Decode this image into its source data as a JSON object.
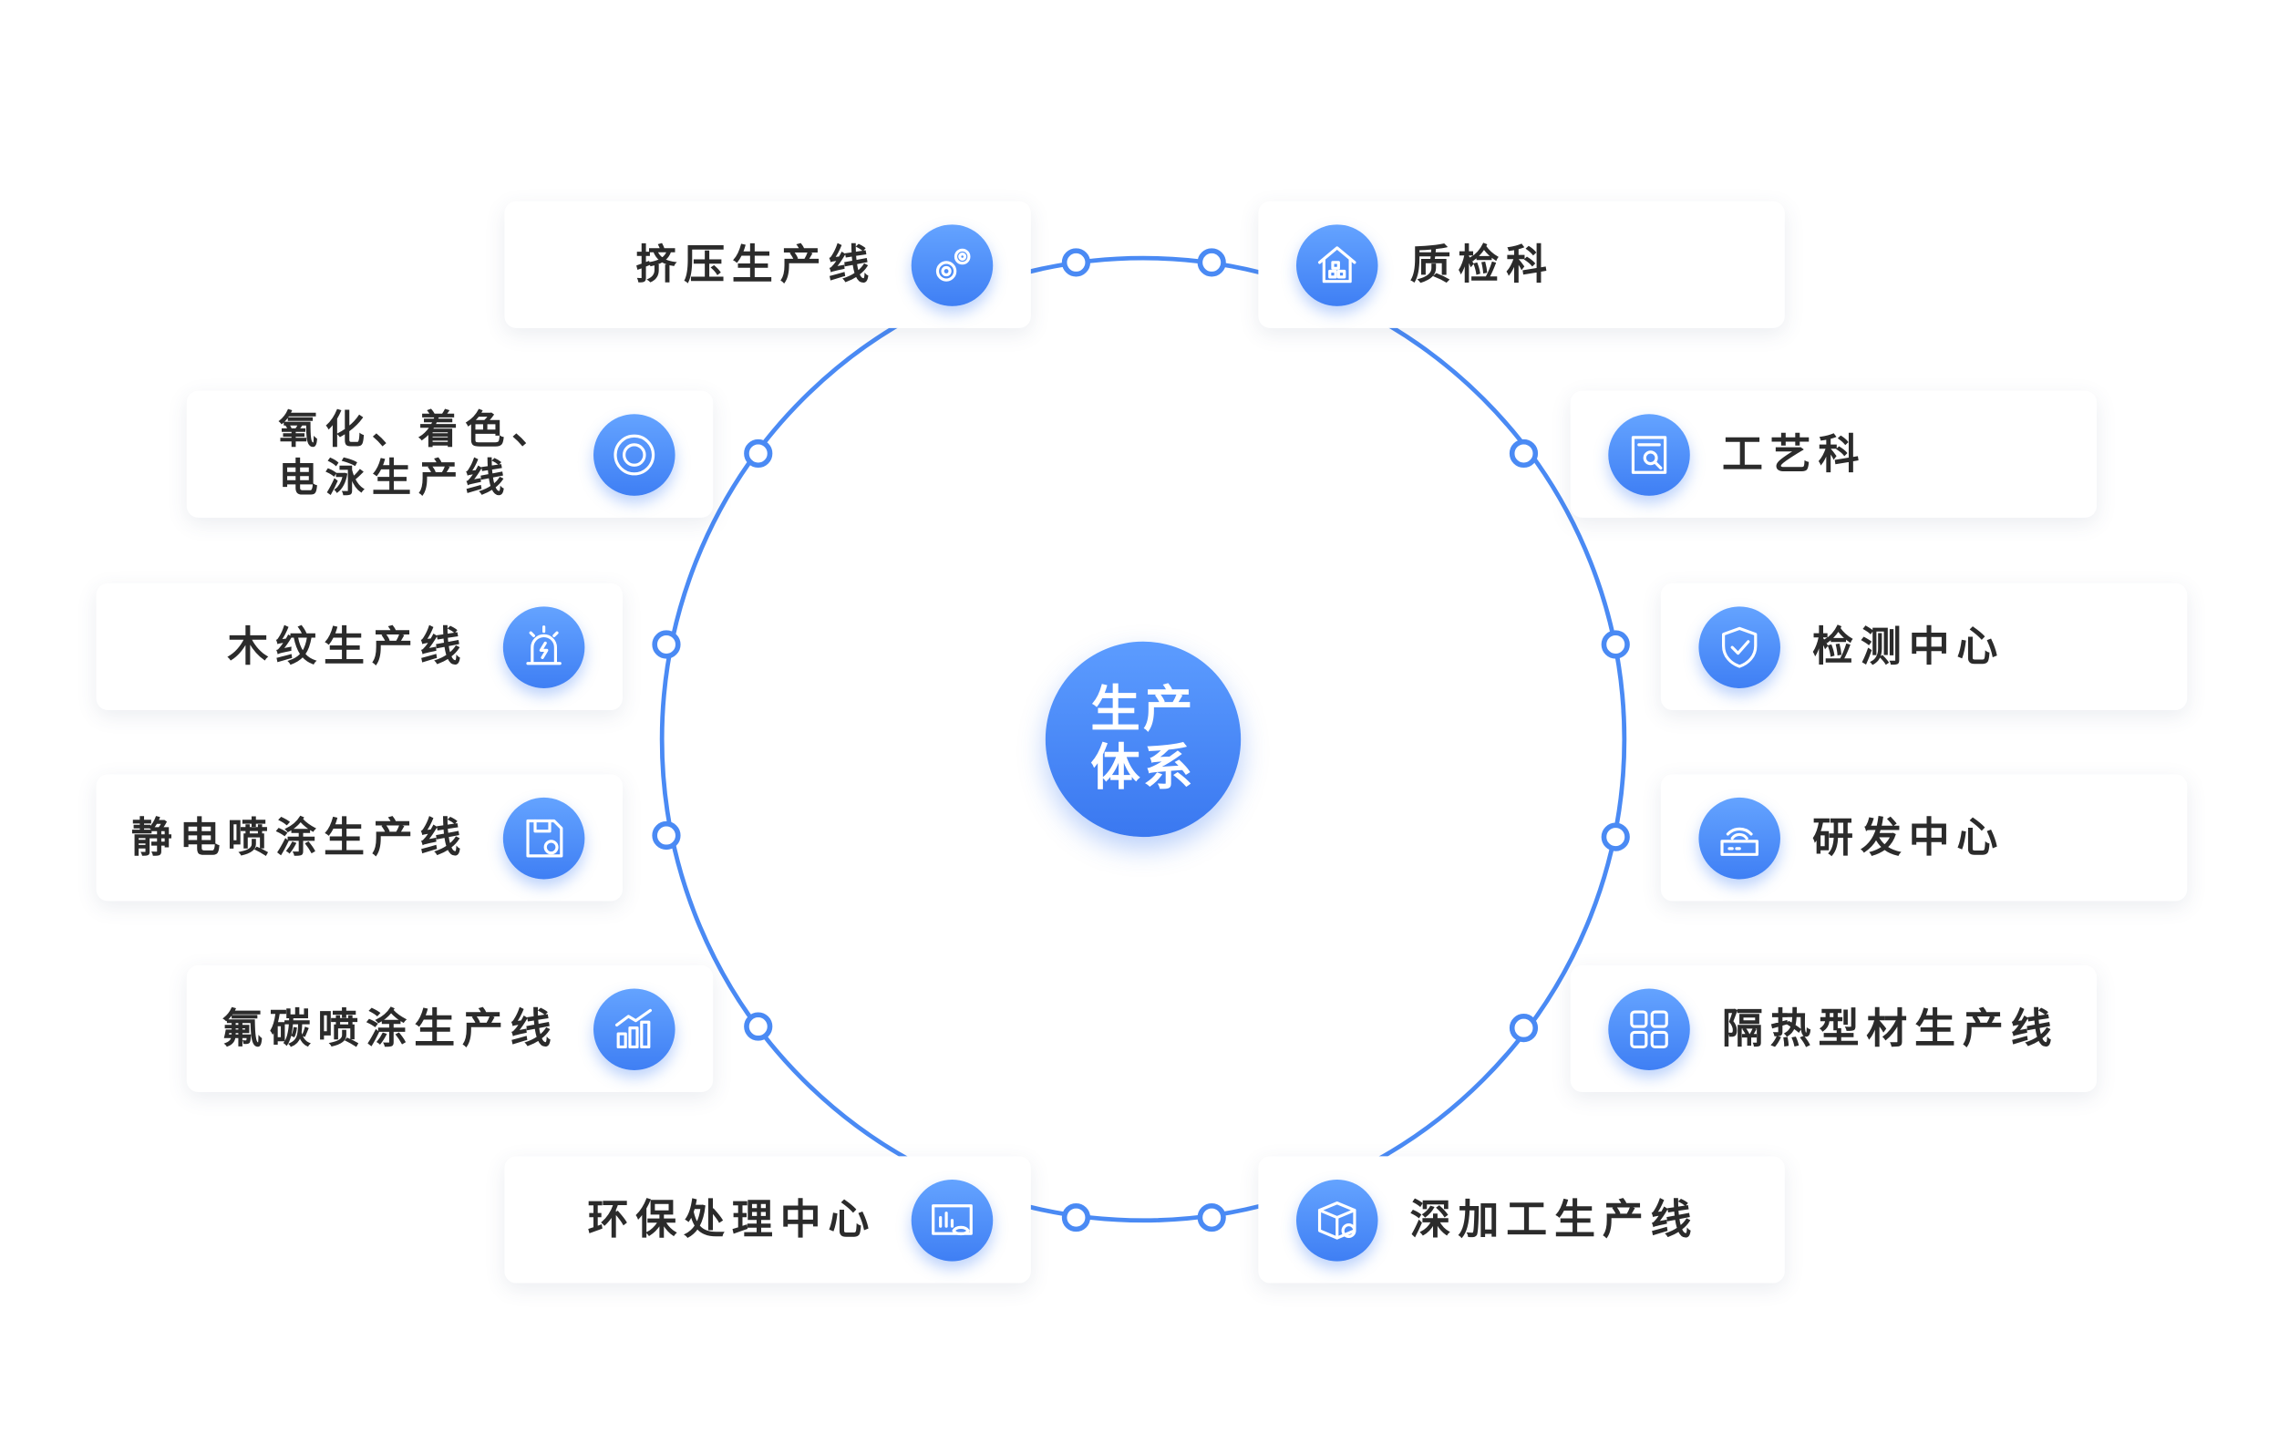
{
  "center": {
    "line1": "生产",
    "line2": "体系"
  },
  "accent_color": "#4a8af4",
  "left_items": [
    {
      "label": "挤压生产线",
      "icon": "gears-icon"
    },
    {
      "label_line1": "氧化、着色、",
      "label_line2": "电泳生产线",
      "icon": "target-ring-icon"
    },
    {
      "label": "木纹生产线",
      "icon": "alarm-icon"
    },
    {
      "label": "静电喷涂生产线",
      "icon": "floppy-icon"
    },
    {
      "label": "氟碳喷涂生产线",
      "icon": "bar-chart-icon"
    },
    {
      "label": "环保处理中心",
      "icon": "monitor-eye-icon"
    }
  ],
  "right_items": [
    {
      "label": "质检科",
      "icon": "house-icon"
    },
    {
      "label": "工艺科",
      "icon": "document-search-icon"
    },
    {
      "label": "检测中心",
      "icon": "shield-check-icon"
    },
    {
      "label": "研发中心",
      "icon": "router-icon"
    },
    {
      "label": "隔热型材生产线",
      "icon": "grid-icon"
    },
    {
      "label": "深加工生产线",
      "icon": "box-gear-icon"
    }
  ]
}
